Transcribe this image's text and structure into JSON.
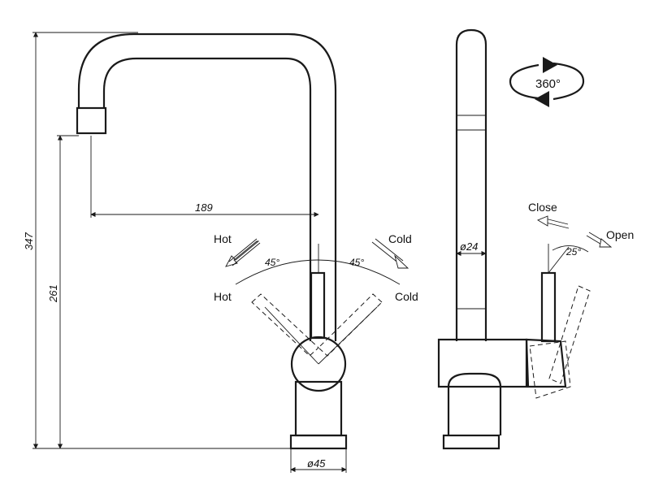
{
  "front_view": {
    "labels": {
      "hot_top": "Hot",
      "cold_top": "Cold",
      "hot_bottom": "Hot",
      "cold_bottom": "Cold",
      "angle_left": "45°",
      "angle_right": "45°"
    },
    "dimensions": {
      "spout_reach": "189",
      "total_height": "347",
      "spout_height": "261",
      "base_diameter": "ø45"
    }
  },
  "side_view": {
    "labels": {
      "close": "Close",
      "open": "Open",
      "angle": "25°",
      "pipe_diameter": "ø24",
      "rotation": "360°"
    }
  }
}
